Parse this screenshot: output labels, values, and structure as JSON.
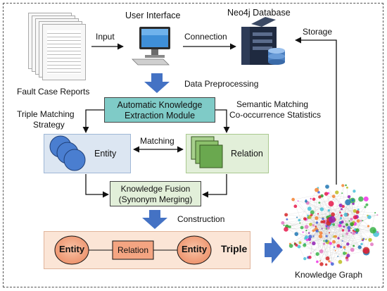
{
  "labels": {
    "user_interface": "User Interface",
    "neo4j_database": "Neo4j Database",
    "input": "Input",
    "connection": "Connection",
    "storage": "Storage",
    "fault_case_reports": "Fault Case Reports",
    "data_preprocessing": "Data Preprocessing",
    "semantic_matching": "Semantic Matching",
    "cooccurrence": "Co-occurrence Statistics",
    "triple_matching_1": "Triple Matching",
    "triple_matching_2": "Strategy",
    "matching": "Matching",
    "construction": "Construction",
    "knowledge_graph": "Knowledge Graph"
  },
  "extraction_module": {
    "line1": "Automatic Knowledge",
    "line2": "Extraction Module"
  },
  "entity_box": {
    "label": "Entity"
  },
  "relation_box": {
    "label": "Relation"
  },
  "fusion_box": {
    "line1": "Knowledge Fusion",
    "line2": "(Synonym Merging)"
  },
  "triple": {
    "entity_left": "Entity",
    "relation": "Relation",
    "entity_right": "Entity",
    "label": "Triple"
  },
  "colors": {
    "arrow_blue": "#4472c4",
    "module_fill": "#7fcbc7",
    "entity_panel": "#dce6f2",
    "relation_panel": "#e2efd9",
    "fusion_fill": "#e2efd9",
    "triple_panel": "#fbe5d6",
    "entity_ellipse": "#f4a582",
    "relation_square": "#6aa84f"
  }
}
